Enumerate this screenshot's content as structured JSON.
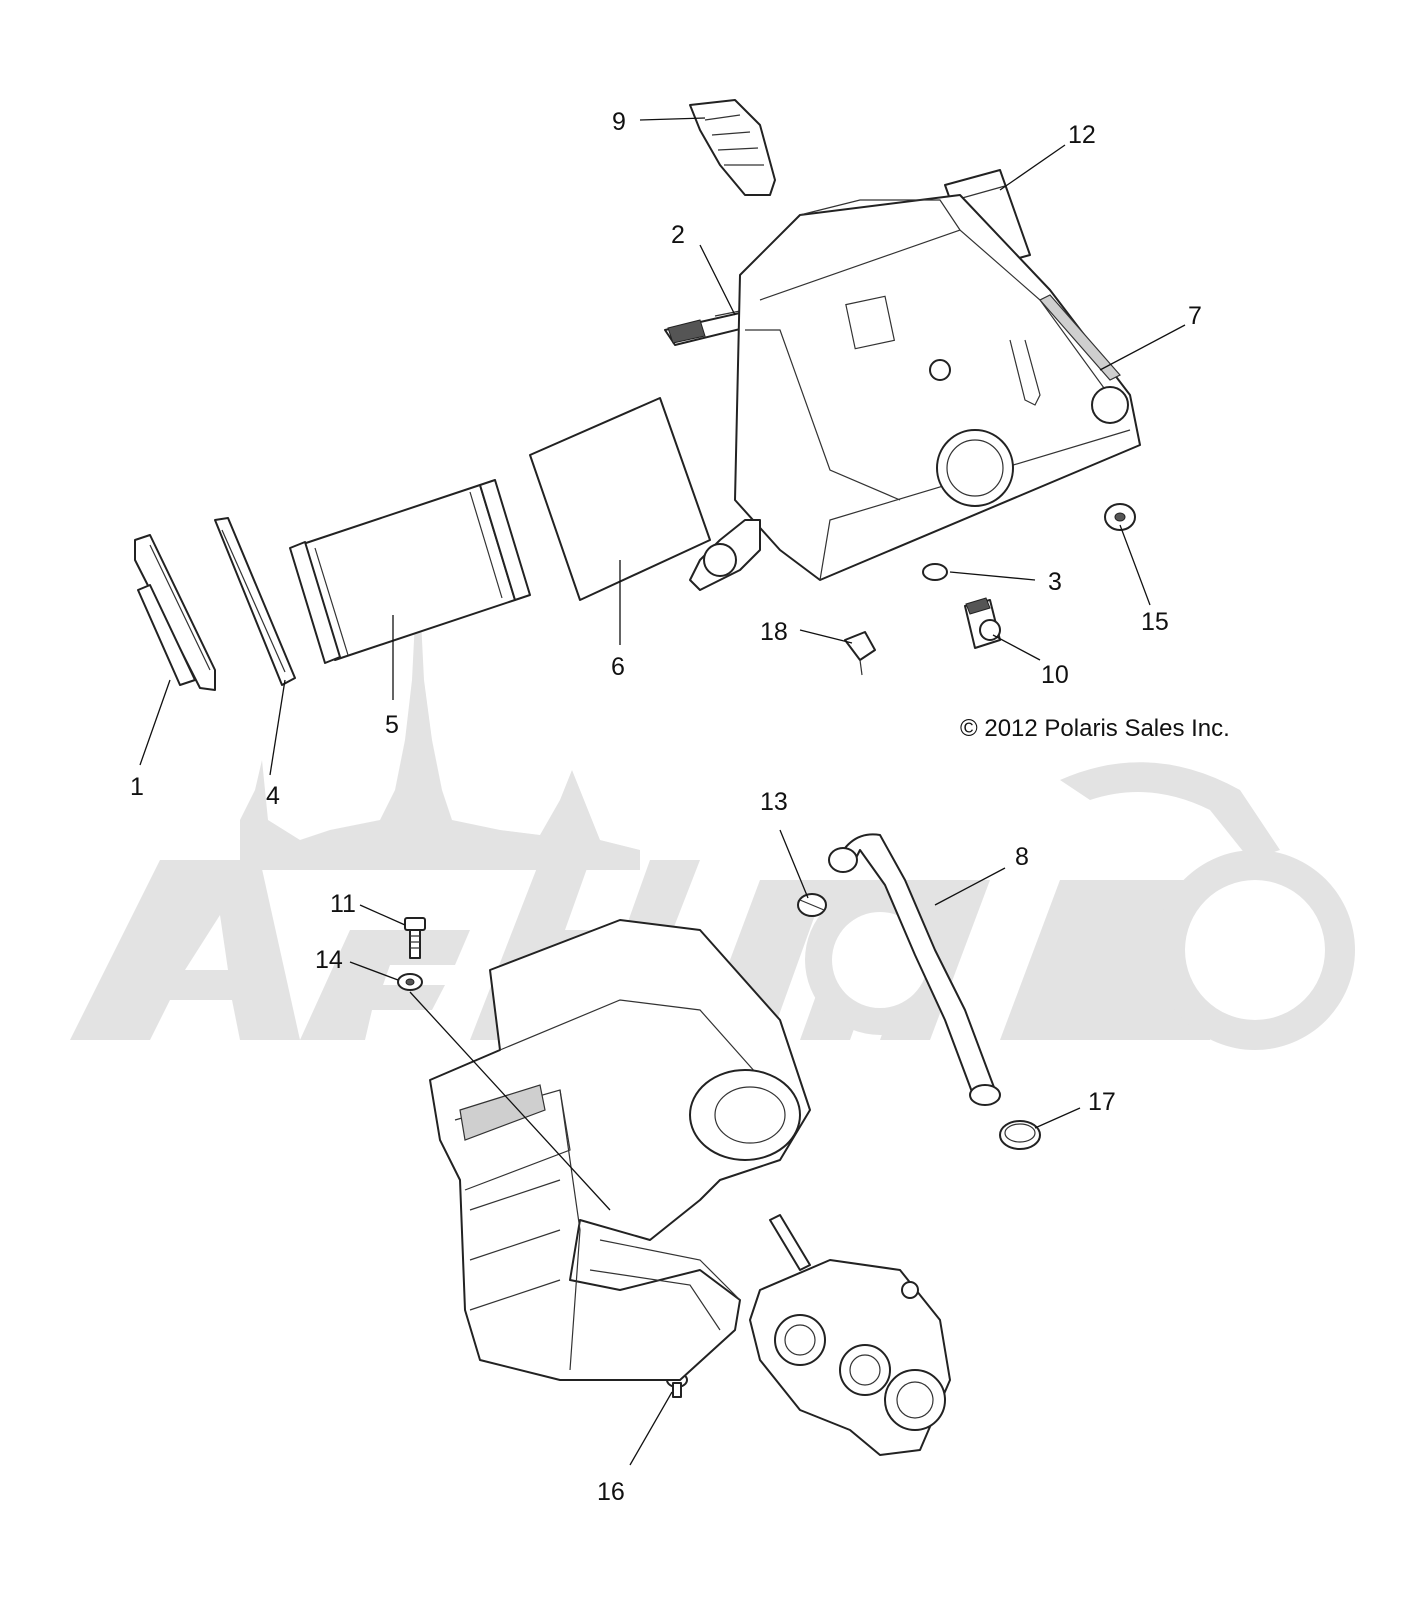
{
  "copyright": "© 2012 Polaris Sales Inc.",
  "callouts": [
    {
      "id": "c1",
      "label": "1"
    },
    {
      "id": "c2",
      "label": "2"
    },
    {
      "id": "c3",
      "label": "3"
    },
    {
      "id": "c4",
      "label": "4"
    },
    {
      "id": "c5",
      "label": "5"
    },
    {
      "id": "c6",
      "label": "6"
    },
    {
      "id": "c7",
      "label": "7"
    },
    {
      "id": "c8",
      "label": "8"
    },
    {
      "id": "c9",
      "label": "9"
    },
    {
      "id": "c10",
      "label": "10"
    },
    {
      "id": "c11",
      "label": "11"
    },
    {
      "id": "c12",
      "label": "12"
    },
    {
      "id": "c13",
      "label": "13"
    },
    {
      "id": "c14",
      "label": "14"
    },
    {
      "id": "c15",
      "label": "15"
    },
    {
      "id": "c16",
      "label": "16"
    },
    {
      "id": "c17",
      "label": "17"
    },
    {
      "id": "c18",
      "label": "18"
    }
  ]
}
